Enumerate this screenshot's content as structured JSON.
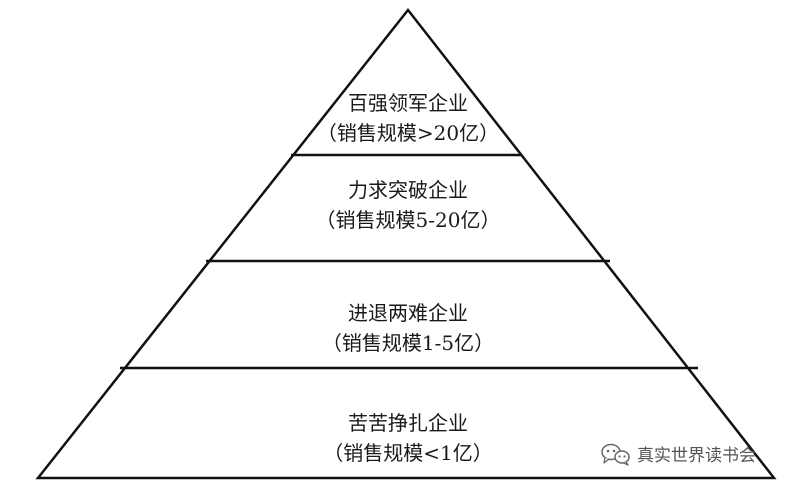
{
  "pyramid": {
    "tiers": [
      {
        "name": "百强领军企业",
        "range": "（销售规模>20亿）"
      },
      {
        "name": "力求突破企业",
        "range": "（销售规模5-20亿）"
      },
      {
        "name": "进退两难企业",
        "range": "（销售规模1-5亿）"
      },
      {
        "name": "苦苦挣扎企业",
        "range": "（销售规模<1亿）"
      }
    ]
  },
  "watermark": {
    "text": "真实世界读书会",
    "icon": "wechat-icon"
  },
  "colors": {
    "line": "#111111",
    "text": "#1a1a1a",
    "watermark": "#555555"
  }
}
